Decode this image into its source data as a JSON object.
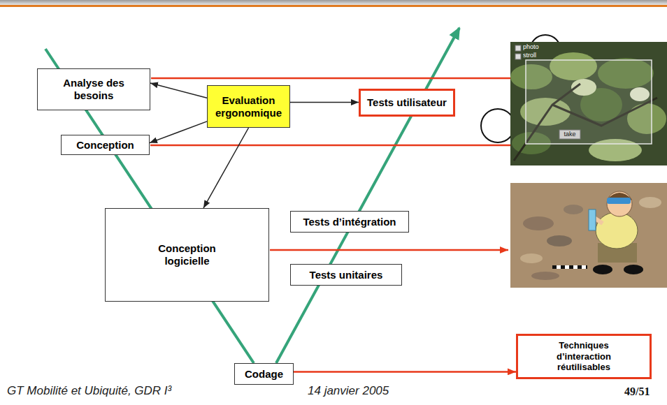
{
  "diagram": {
    "nodes": [
      {
        "text": [
          "Analyse des besoins"
        ]
      },
      {
        "text": [
          "Evaluation ergonomique"
        ]
      },
      {
        "text": [
          "Tests utilisateur"
        ]
      },
      {
        "text": [
          "Conception"
        ]
      },
      {
        "text": [
          "Tests d’intégration"
        ]
      },
      {
        "text": [
          "Conception logicielle"
        ]
      },
      {
        "text": [
          "Tests unitaires"
        ]
      },
      {
        "text": [
          "Codage"
        ]
      },
      {
        "text": [
          "Techniques d’interaction réutilisables"
        ]
      }
    ],
    "edges": [
      {
        "from": 1,
        "to": 0,
        "arrow": "to"
      },
      {
        "from": 1,
        "to": 3,
        "arrow": "to"
      },
      {
        "from": 1,
        "to": 5,
        "arrow": "to"
      },
      {
        "from": 1,
        "to": 2,
        "arrow": "to"
      },
      {
        "from": 7,
        "to": 8,
        "arrow": "to"
      }
    ],
    "labels": [
      "photo",
      "stroll",
      "take",
      "GT Mobilité et Ubiquité, GDR I³",
      "14 janvier 2005",
      "49/51"
    ]
  }
}
